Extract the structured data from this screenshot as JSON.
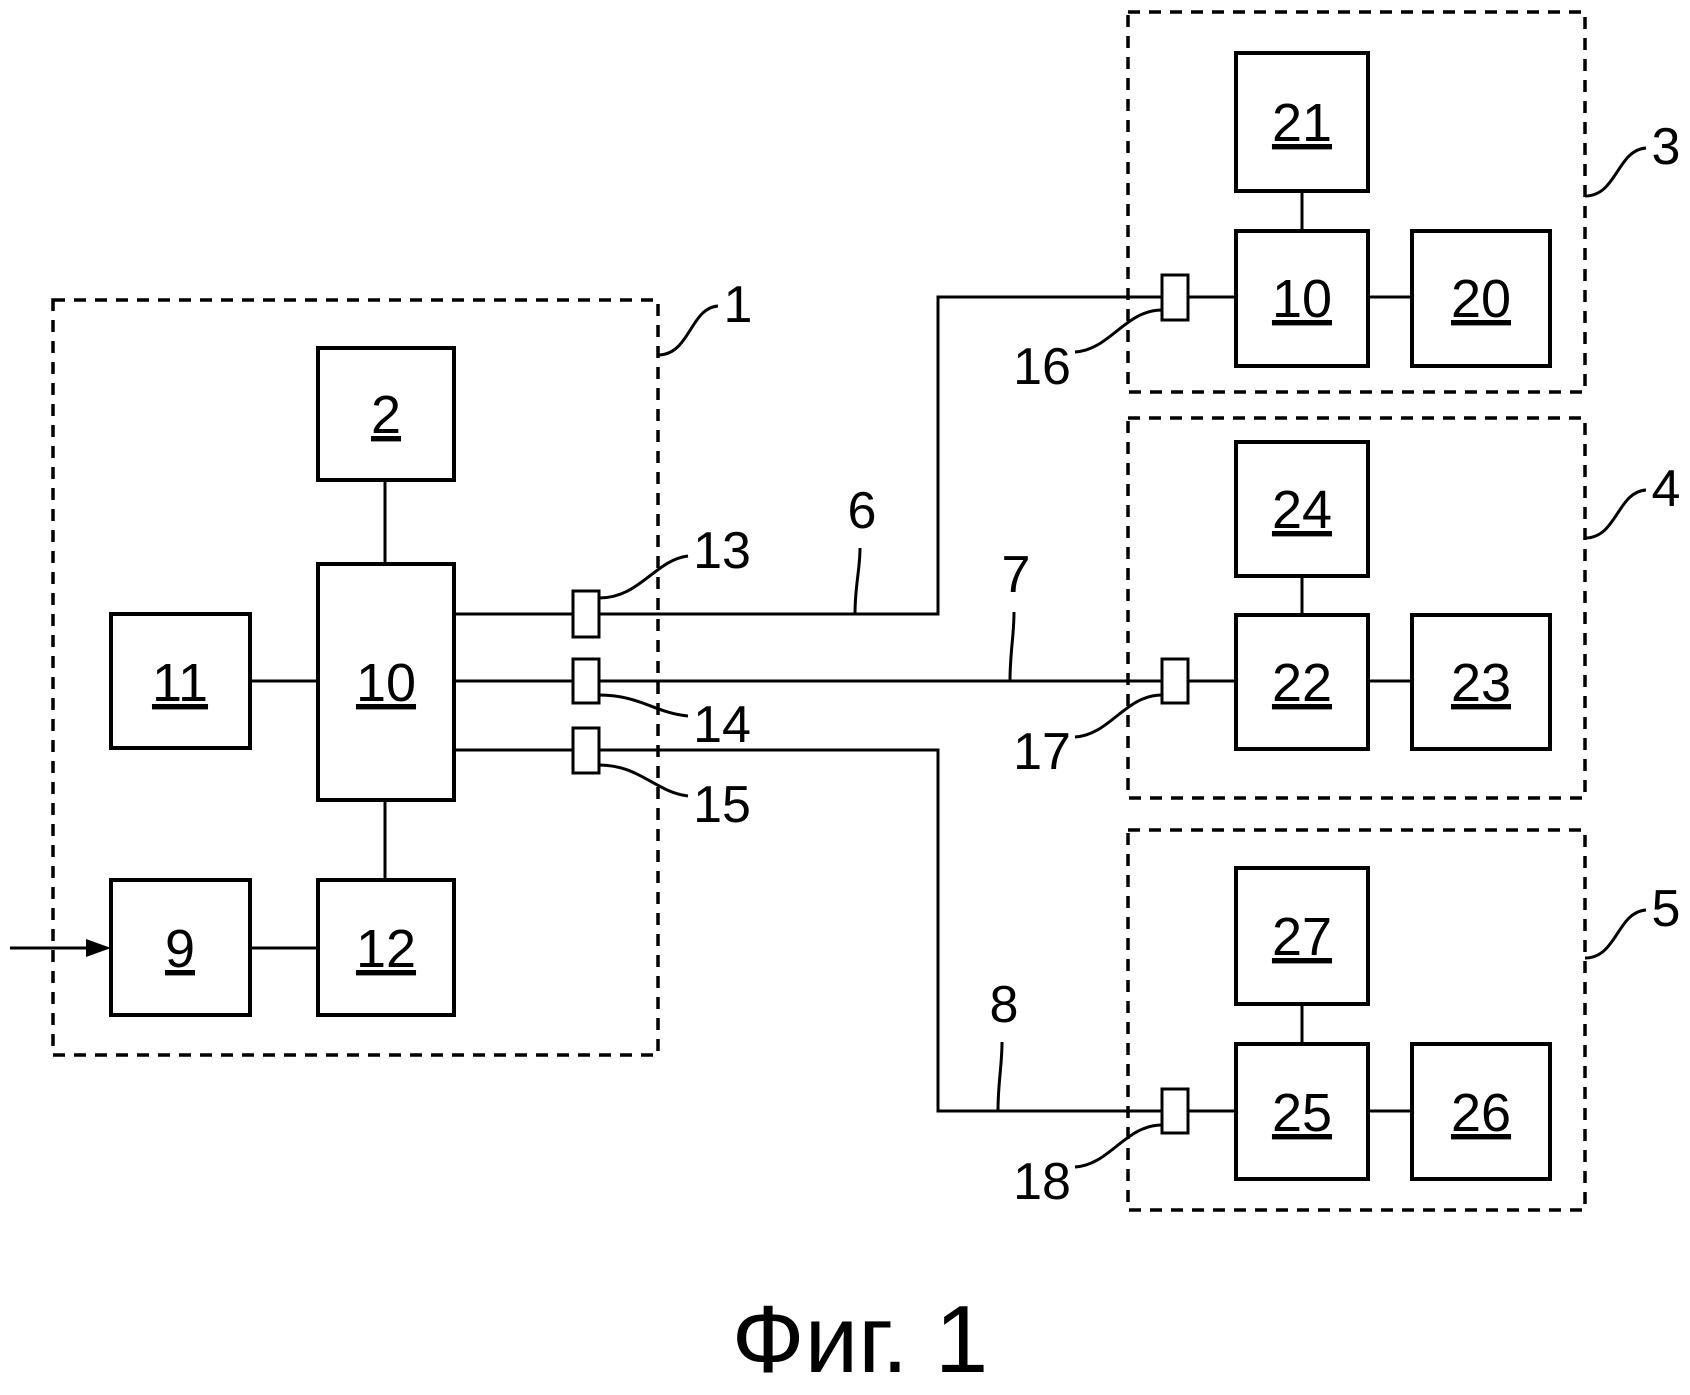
{
  "blocks": {
    "b2": "2",
    "b10a": "10",
    "b11": "11",
    "b9": "9",
    "b12": "12",
    "b21": "21",
    "b10b": "10",
    "b20": "20",
    "b24": "24",
    "b22": "22",
    "b23": "23",
    "b27": "27",
    "b25": "25",
    "b26": "26"
  },
  "refs": {
    "r1": "1",
    "r3": "3",
    "r4": "4",
    "r5": "5",
    "r6": "6",
    "r7": "7",
    "r8": "8",
    "r13": "13",
    "r14": "14",
    "r15": "15",
    "r16": "16",
    "r17": "17",
    "r18": "18"
  },
  "caption": "Фиг. 1"
}
